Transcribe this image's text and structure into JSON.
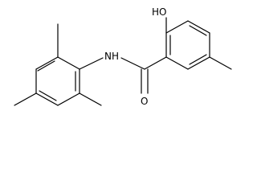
{
  "structure": {
    "atoms": {
      "hydroxyl": "HO",
      "amide_nitrogen": "NH",
      "carbonyl_oxygen": "O"
    },
    "colors": {
      "bond": "#000000",
      "label": "#000000",
      "background": "#ffffff"
    }
  }
}
